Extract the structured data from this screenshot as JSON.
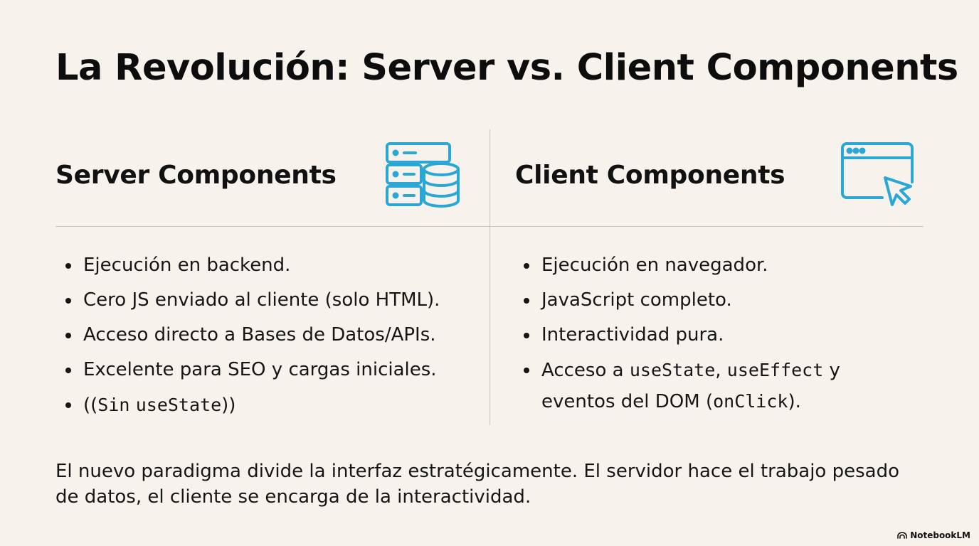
{
  "slide": {
    "title": "La Revolución: Server vs. Client Components"
  },
  "server": {
    "heading": "Server Components",
    "icon": "server-database-icon",
    "bullets": [
      "Ejecución en backend.",
      "Cero JS enviado al cliente (solo HTML).",
      "Acceso directo a Bases de Datos/APIs.",
      "Excelente para SEO y cargas iniciales."
    ],
    "last_bullet": {
      "prefix": "((",
      "code1": "Sin",
      "code2": "useState",
      "suffix": "))"
    }
  },
  "client": {
    "heading": "Client Components",
    "icon": "browser-cursor-icon",
    "bullets": [
      "Ejecución en navegador.",
      "JavaScript completo.",
      "Interactividad pura."
    ],
    "last_bullet": {
      "text1": "Acceso a ",
      "code1": "useState",
      "text2": ", ",
      "code2": "useEffect",
      "text3": " y eventos del DOM (",
      "code3": "onClick",
      "text4": ")."
    }
  },
  "footer": {
    "text": "El nuevo paradigma divide la interfaz estratégicamente. El servidor hace el trabajo pesado de datos, el cliente se encarga de la interactividad."
  },
  "branding": {
    "label": "NotebookLM",
    "icon": "notebooklm-logo-icon"
  },
  "colors": {
    "background": "#f7f3ec",
    "icon_accent": "#2aa7d4",
    "text": "#111111"
  }
}
